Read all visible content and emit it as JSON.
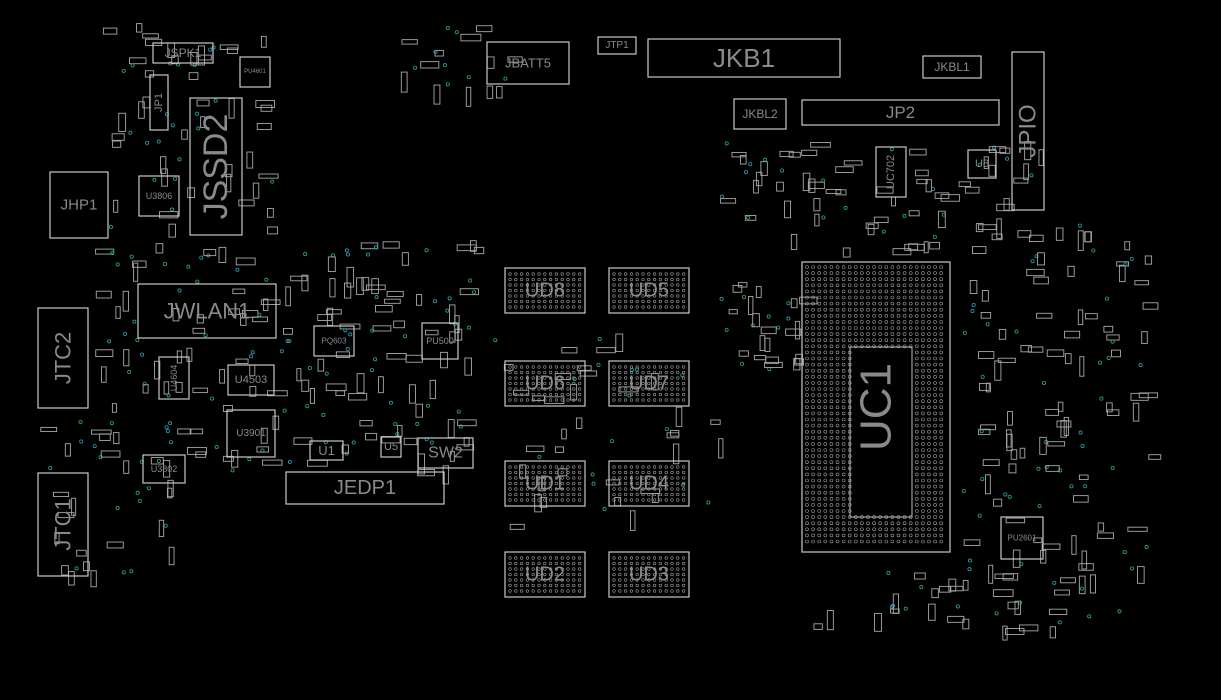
{
  "board": {
    "components": [
      {
        "ref": "JSPK1"
      },
      {
        "ref": "JP1"
      },
      {
        "ref": "JSSD2"
      },
      {
        "ref": "JHP1"
      },
      {
        "ref": "U3806"
      },
      {
        "ref": "JWLAN1"
      },
      {
        "ref": "JTC2"
      },
      {
        "ref": "U4604"
      },
      {
        "ref": "U4503"
      },
      {
        "ref": "U3901"
      },
      {
        "ref": "U3802"
      },
      {
        "ref": "JTC1"
      },
      {
        "ref": "U1"
      },
      {
        "ref": "U5"
      },
      {
        "ref": "SW2"
      },
      {
        "ref": "JEDP1"
      },
      {
        "ref": "PQ603"
      },
      {
        "ref": "PU500"
      },
      {
        "ref": "PU4601"
      },
      {
        "ref": "JBATT5"
      },
      {
        "ref": "JTP1"
      },
      {
        "ref": "JKB1"
      },
      {
        "ref": "JKBL1"
      },
      {
        "ref": "JPIO"
      },
      {
        "ref": "JKBL2"
      },
      {
        "ref": "JP2"
      },
      {
        "ref": "UC702"
      },
      {
        "ref": "U8"
      },
      {
        "ref": "UC1"
      },
      {
        "ref": "UD8"
      },
      {
        "ref": "UD5"
      },
      {
        "ref": "UD6"
      },
      {
        "ref": "UD7"
      },
      {
        "ref": "UD1"
      },
      {
        "ref": "UD4"
      },
      {
        "ref": "UD2"
      },
      {
        "ref": "UD3"
      },
      {
        "ref": "PU2601"
      }
    ]
  },
  "colors": {
    "background": "#000000",
    "outline": "#bdbdbd",
    "label": "#8a8a8a",
    "via": "#2aa0a8"
  }
}
